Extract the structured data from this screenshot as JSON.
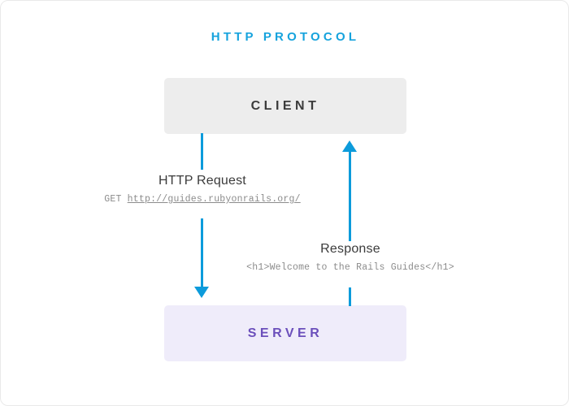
{
  "diagram": {
    "title": "HTTP PROTOCOL",
    "accent_color": "#0c9bdb",
    "nodes": [
      {
        "id": "client",
        "label": "CLIENT",
        "background_color": "#ededed",
        "text_color": "#3b3b3b"
      },
      {
        "id": "server",
        "label": "SERVER",
        "background_color": "#efecfa",
        "text_color": "#6b4fbb"
      }
    ],
    "edges": [
      {
        "id": "request",
        "from": "client",
        "to": "server",
        "direction": "down",
        "label": "HTTP Request",
        "detail_method": "GET ",
        "detail_url": "http://guides.rubyonrails.org/",
        "color": "#0c9bdb"
      },
      {
        "id": "response",
        "from": "server",
        "to": "client",
        "direction": "up",
        "label": "Response",
        "detail_body": "<h1>Welcome to the Rails Guides</h1>",
        "color": "#0c9bdb"
      }
    ]
  }
}
